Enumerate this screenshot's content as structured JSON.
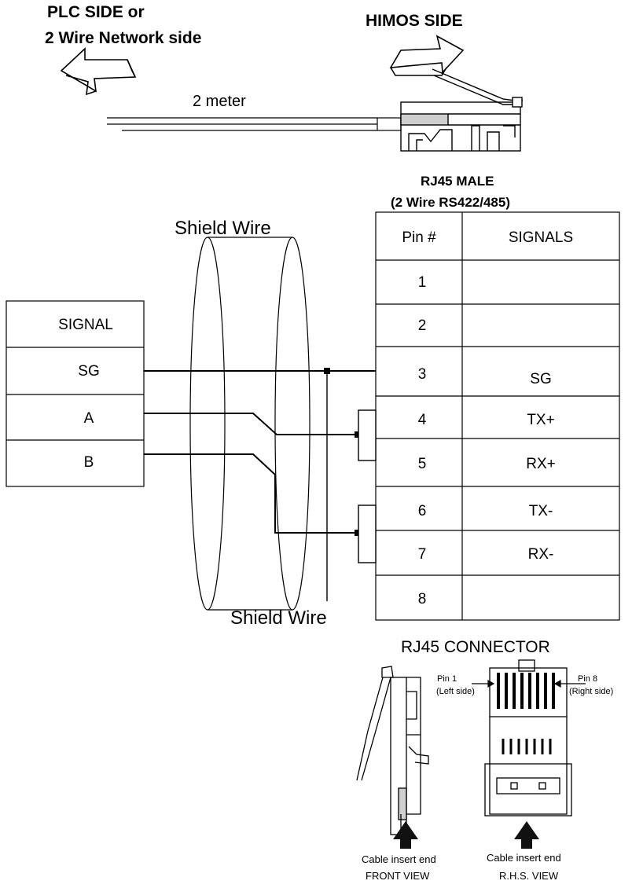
{
  "labels": {
    "plc_side_line1": "PLC SIDE or",
    "plc_side_line2": "2 Wire Network side",
    "himos_side": "HIMOS SIDE",
    "cable_length": "2 meter",
    "rj45_title_line1": "RJ45 MALE",
    "rj45_title_line2": "(2 Wire RS422/485)",
    "shield_top": "Shield Wire",
    "shield_bottom": "Shield Wire",
    "connector_title": "RJ45 CONNECTOR",
    "pin1_line1": "Pin 1",
    "pin1_line2": "(Left side)",
    "pin8_line1": "Pin 8",
    "pin8_line2": "(Right side)",
    "front_caption_line1": "Cable insert end",
    "front_caption_line2": "FRONT VIEW",
    "side_caption_line1": "Cable insert end",
    "side_caption_line2": "R.H.S. VIEW"
  },
  "plc_table": {
    "header": "SIGNAL",
    "rows": [
      "SG",
      "A",
      "B"
    ]
  },
  "rj45_table": {
    "col_pin": "Pin #",
    "col_signal": "SIGNALS",
    "rows": [
      {
        "pin": "1",
        "signal": ""
      },
      {
        "pin": "2",
        "signal": ""
      },
      {
        "pin": "3",
        "signal": "SG"
      },
      {
        "pin": "4",
        "signal": "TX+"
      },
      {
        "pin": "5",
        "signal": "RX+"
      },
      {
        "pin": "6",
        "signal": "TX-"
      },
      {
        "pin": "7",
        "signal": "RX-"
      },
      {
        "pin": "8",
        "signal": ""
      }
    ]
  }
}
